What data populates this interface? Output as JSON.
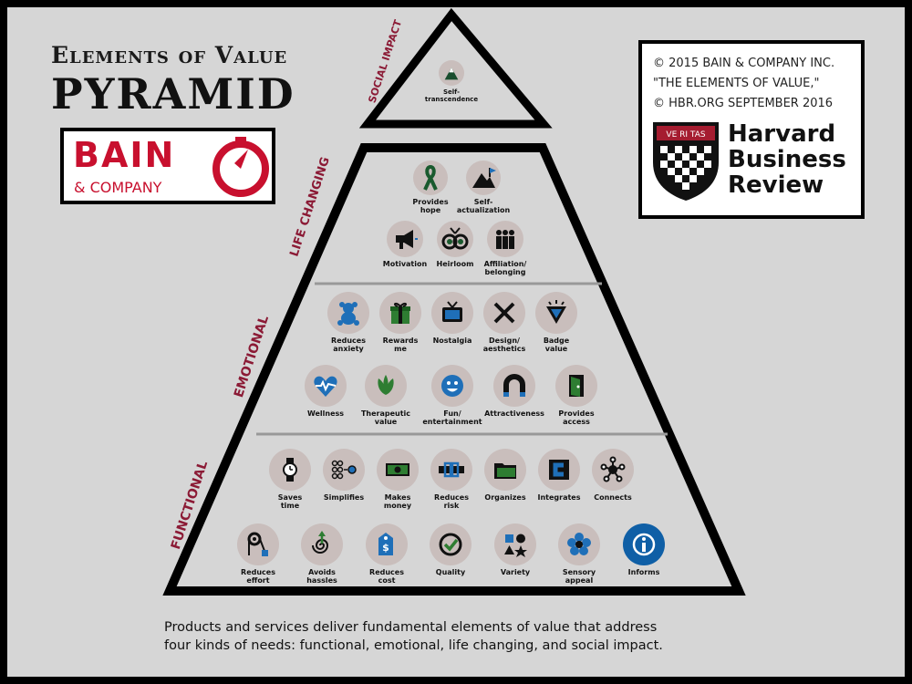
{
  "header": {
    "subtitle": "Elements of Value",
    "title": "PYRAMID"
  },
  "bain": {
    "name": "BAIN",
    "company": "& COMPANY",
    "colors": {
      "brand": "#c8102e"
    }
  },
  "hbr": {
    "line1": "© 2015 BAIN & COMPANY INC.",
    "line2": "\"THE ELEMENTS OF VALUE,\"",
    "line3": "© HBR.ORG   SEPTEMBER 2016",
    "shield_text": "VE RI TAS",
    "word1": "Harvard",
    "word2": "Business",
    "word3": "Review"
  },
  "tiers": {
    "social": "SOCIAL IMPACT",
    "life": "LIFE CHANGING",
    "emotional": "EMOTIONAL",
    "functional": "FUNCTIONAL"
  },
  "elements": {
    "social": [
      {
        "label": "Self-\ntranscendence",
        "icon": "mountain-sun-icon"
      }
    ],
    "life_top": [
      {
        "label": "Provides\nhope",
        "icon": "ribbon-icon"
      },
      {
        "label": "Self-\nactualization",
        "icon": "mountain-flag-icon"
      }
    ],
    "life_bottom": [
      {
        "label": "Motivation",
        "icon": "megaphone-icon"
      },
      {
        "label": "Heirloom",
        "icon": "antique-tv-icon"
      },
      {
        "label": "Affiliation/\nbelonging",
        "icon": "group-icon"
      }
    ],
    "emotional_top": [
      {
        "label": "Reduces\nanxiety",
        "icon": "teddy-bear-icon"
      },
      {
        "label": "Rewards\nme",
        "icon": "gift-icon"
      },
      {
        "label": "Nostalgia",
        "icon": "tv-icon"
      },
      {
        "label": "Design/\naesthetics",
        "icon": "tools-icon"
      },
      {
        "label": "Badge\nvalue",
        "icon": "badge-icon"
      }
    ],
    "emotional_bottom": [
      {
        "label": "Wellness",
        "icon": "heart-pulse-icon"
      },
      {
        "label": "Therapeutic\nvalue",
        "icon": "leaf-icon"
      },
      {
        "label": "Fun/\nentertainment",
        "icon": "smile-icon"
      },
      {
        "label": "Attractiveness",
        "icon": "magnet-icon"
      },
      {
        "label": "Provides\naccess",
        "icon": "door-icon"
      }
    ],
    "functional_top": [
      {
        "label": "Saves\ntime",
        "icon": "watch-icon"
      },
      {
        "label": "Simplifies",
        "icon": "dots-icon"
      },
      {
        "label": "Makes\nmoney",
        "icon": "money-icon"
      },
      {
        "label": "Reduces\nrisk",
        "icon": "belt-icon"
      },
      {
        "label": "Organizes",
        "icon": "folder-icon"
      },
      {
        "label": "Integrates",
        "icon": "integrate-icon"
      },
      {
        "label": "Connects",
        "icon": "network-icon"
      }
    ],
    "functional_bottom": [
      {
        "label": "Reduces\neffort",
        "icon": "pulley-icon"
      },
      {
        "label": "Avoids\nhassles",
        "icon": "spiral-icon"
      },
      {
        "label": "Reduces\ncost",
        "icon": "price-tag-icon"
      },
      {
        "label": "Quality",
        "icon": "check-icon"
      },
      {
        "label": "Variety",
        "icon": "shapes-icon"
      },
      {
        "label": "Sensory\nappeal",
        "icon": "flower-icon"
      },
      {
        "label": "Informs",
        "icon": "info-icon"
      }
    ]
  },
  "caption": {
    "line1": "Products and services deliver fundamental elements of value that address",
    "line2": "four kinds of needs: functional, emotional, life changing, and social impact."
  }
}
